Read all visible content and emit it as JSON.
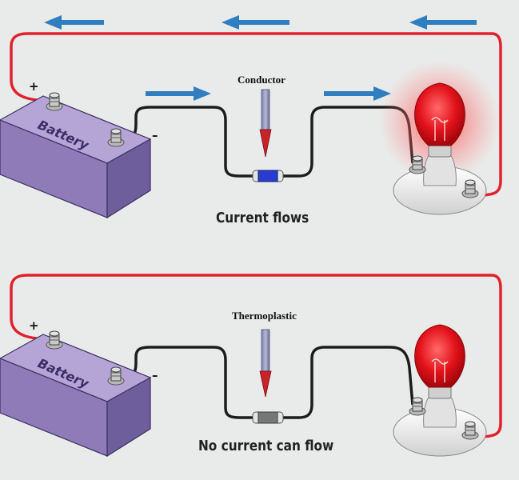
{
  "colors": {
    "background": "#e9ebea",
    "red_wire": "#e0212e",
    "black_wire": "#1c1c1c",
    "arrow": "#2f7fc0",
    "battery": "#8c79b6",
    "bulb_lit": "#e8141c",
    "conductor": "#2a3bd0",
    "insulator": "#777777"
  },
  "top_circuit": {
    "probe_label": "Conductor",
    "caption": "Current flows",
    "battery_label": "Battery",
    "plus": "+",
    "minus": "–"
  },
  "bottom_circuit": {
    "probe_label": "Thermoplastic",
    "caption": "No current can flow",
    "battery_label": "Battery",
    "plus": "+",
    "minus": "–"
  }
}
